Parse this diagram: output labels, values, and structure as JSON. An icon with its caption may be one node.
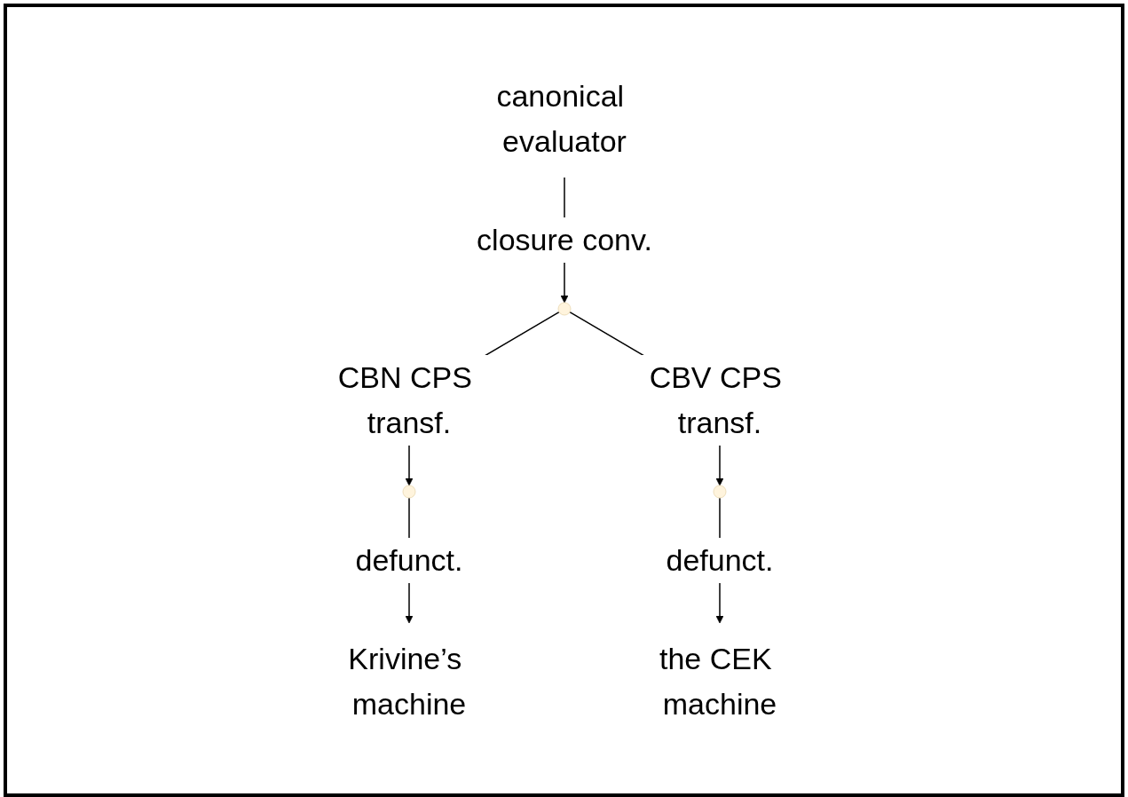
{
  "diagram": {
    "nodes": [
      {
        "text": [
          "canonical evaluator"
        ]
      },
      {
        "text": [],
        "shape": "point"
      },
      {
        "text": [],
        "shape": "point"
      },
      {
        "text": [],
        "shape": "point"
      },
      {
        "text": [
          "Krivine’s machine"
        ]
      },
      {
        "text": [
          "the CEK machine"
        ]
      }
    ],
    "edges": [
      {
        "from": 0,
        "to": 1,
        "arrow": "to",
        "label": "closure conv."
      },
      {
        "from": 1,
        "to": 2,
        "arrow": "to",
        "label": "CBN CPS transf."
      },
      {
        "from": 1,
        "to": 3,
        "arrow": "to",
        "label": "CBV CPS transf."
      },
      {
        "from": 2,
        "to": 4,
        "arrow": "to",
        "label": "defunct."
      },
      {
        "from": 3,
        "to": 5,
        "arrow": "to",
        "label": "defunct."
      }
    ]
  }
}
